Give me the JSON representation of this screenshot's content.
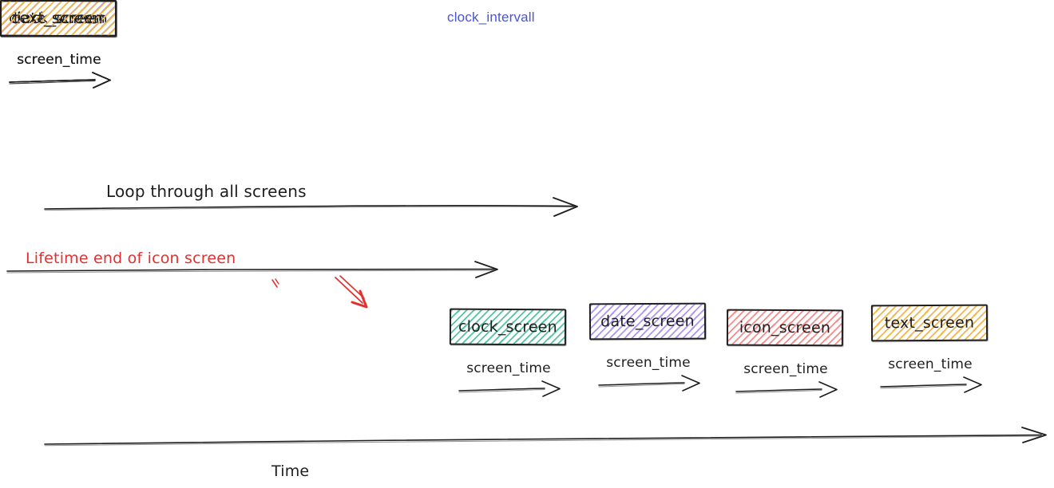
{
  "title": "clock_intervall",
  "annotations": {
    "loop_label": "Loop through all screens",
    "lifetime_label": "Lifetime end of icon screen"
  },
  "screens": [
    {
      "label": "clock_screen",
      "color": "green"
    },
    {
      "label": "date_screen",
      "color": "purple"
    },
    {
      "label": "icon_screen",
      "color": "red"
    },
    {
      "label": "text_screen",
      "color": "yellow"
    },
    {
      "label": "clock_screen",
      "color": "green"
    },
    {
      "label": "date_screen",
      "color": "purple"
    },
    {
      "label": "text_screen",
      "color": "yellow"
    }
  ],
  "screen_time_label": "screen_time",
  "time_label": "Time",
  "colors": {
    "title-blue": "#4a55d2",
    "annotation-red": "#e03131",
    "stroke-dark": "#1e1e1e",
    "hatch-green": "#54c59c",
    "hatch-purple": "#ab97f7",
    "hatch-red": "#f98a8a",
    "hatch-yellow": "#f3b64b"
  }
}
